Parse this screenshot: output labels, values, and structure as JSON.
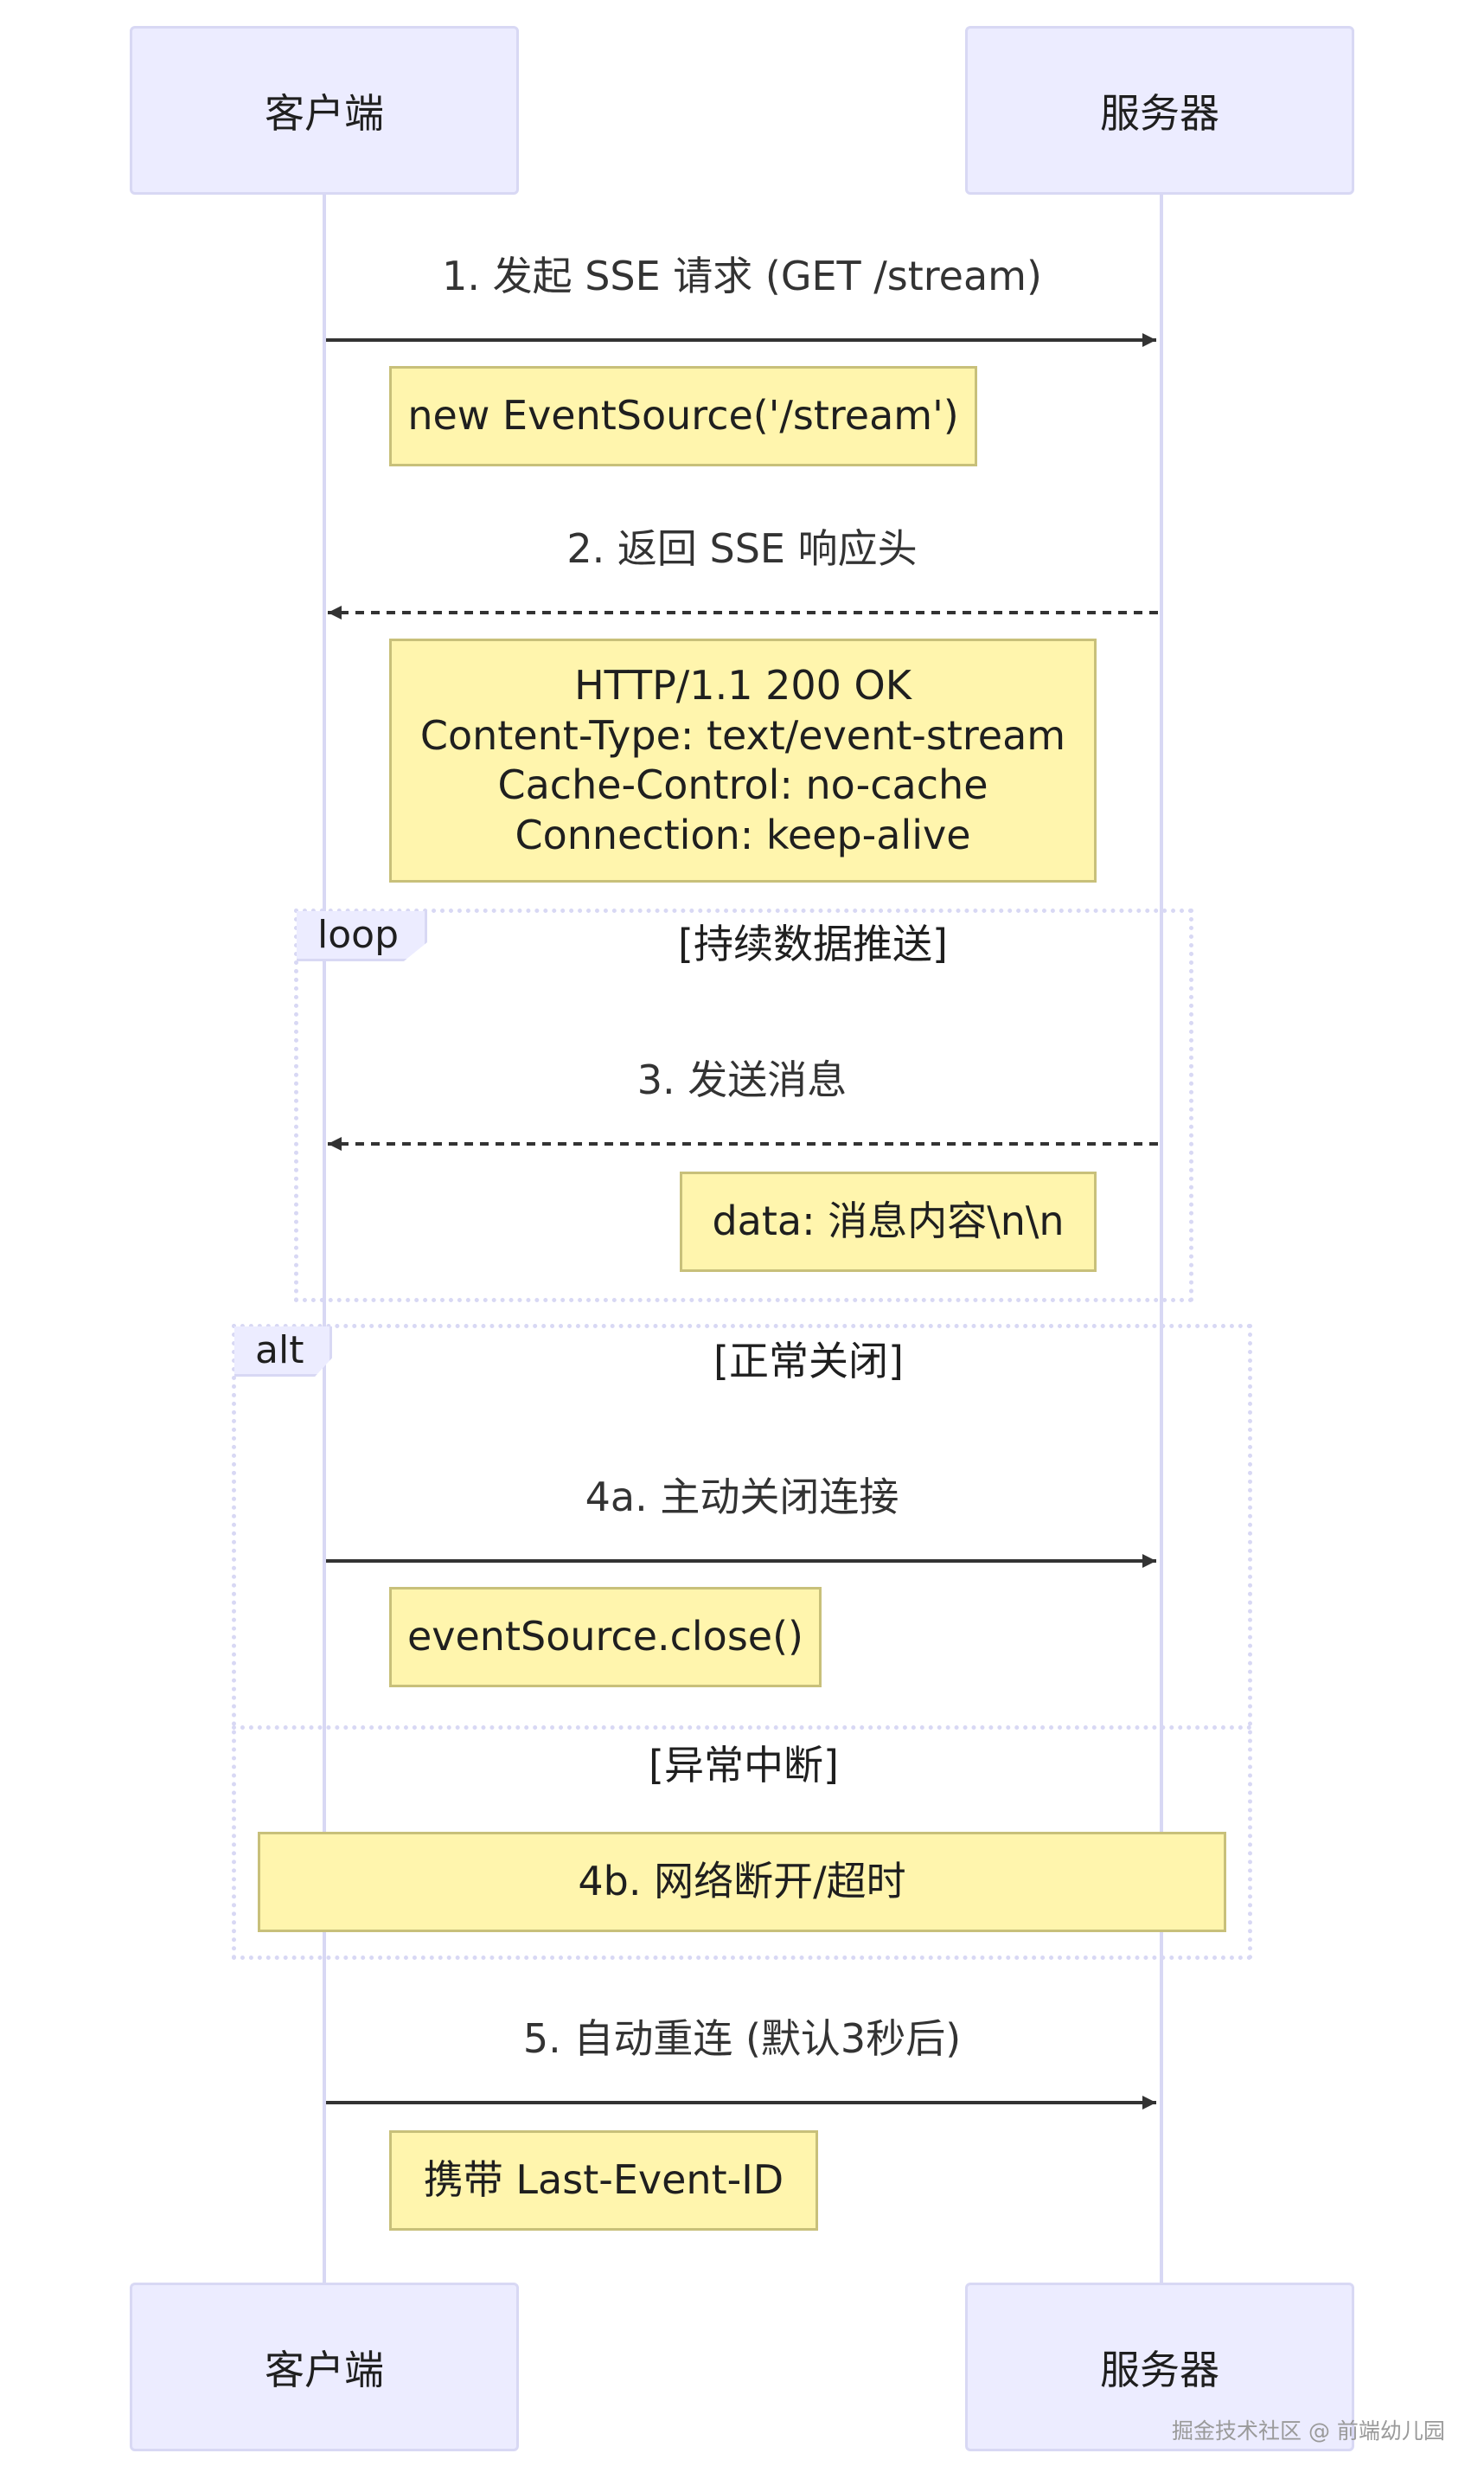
{
  "actors": {
    "client": "客户端",
    "server": "服务器"
  },
  "messages": [
    {
      "label": "1. 发起 SSE 请求 (GET /stream)",
      "style": "solid",
      "direction": "client-to-server"
    },
    {
      "label": "2. 返回 SSE 响应头",
      "style": "dashed",
      "direction": "server-to-client"
    },
    {
      "label": "3. 发送消息",
      "style": "dashed",
      "direction": "server-to-client"
    },
    {
      "label": "4a. 主动关闭连接",
      "style": "solid",
      "direction": "client-to-server"
    },
    {
      "label": "5. 自动重连 (默认3秒后)",
      "style": "solid",
      "direction": "client-to-server"
    }
  ],
  "notes": {
    "n1": "new EventSource('/stream')",
    "n2": [
      "HTTP/1.1 200 OK",
      "Content-Type: text/event-stream",
      "Cache-Control: no-cache",
      "Connection: keep-alive"
    ],
    "n3": "data: 消息内容\\n\\n",
    "n4": "eventSource.close()",
    "n5": "4b. 网络断开/超时",
    "n6": "携带 Last-Event-ID"
  },
  "frames": {
    "loop": {
      "tag": "loop",
      "condition": "[持续数据推送]"
    },
    "alt": {
      "tag": "alt",
      "condition": "[正常关闭]",
      "else_condition": "[异常中断]"
    }
  },
  "colors": {
    "actor_fill": "#ECECFF",
    "actor_border": "#D8D8F4",
    "note_fill": "#FFF5AD",
    "note_border": "#C8C07A",
    "arrow": "#333333"
  },
  "watermark": "掘金技术社区 @ 前端幼儿园"
}
